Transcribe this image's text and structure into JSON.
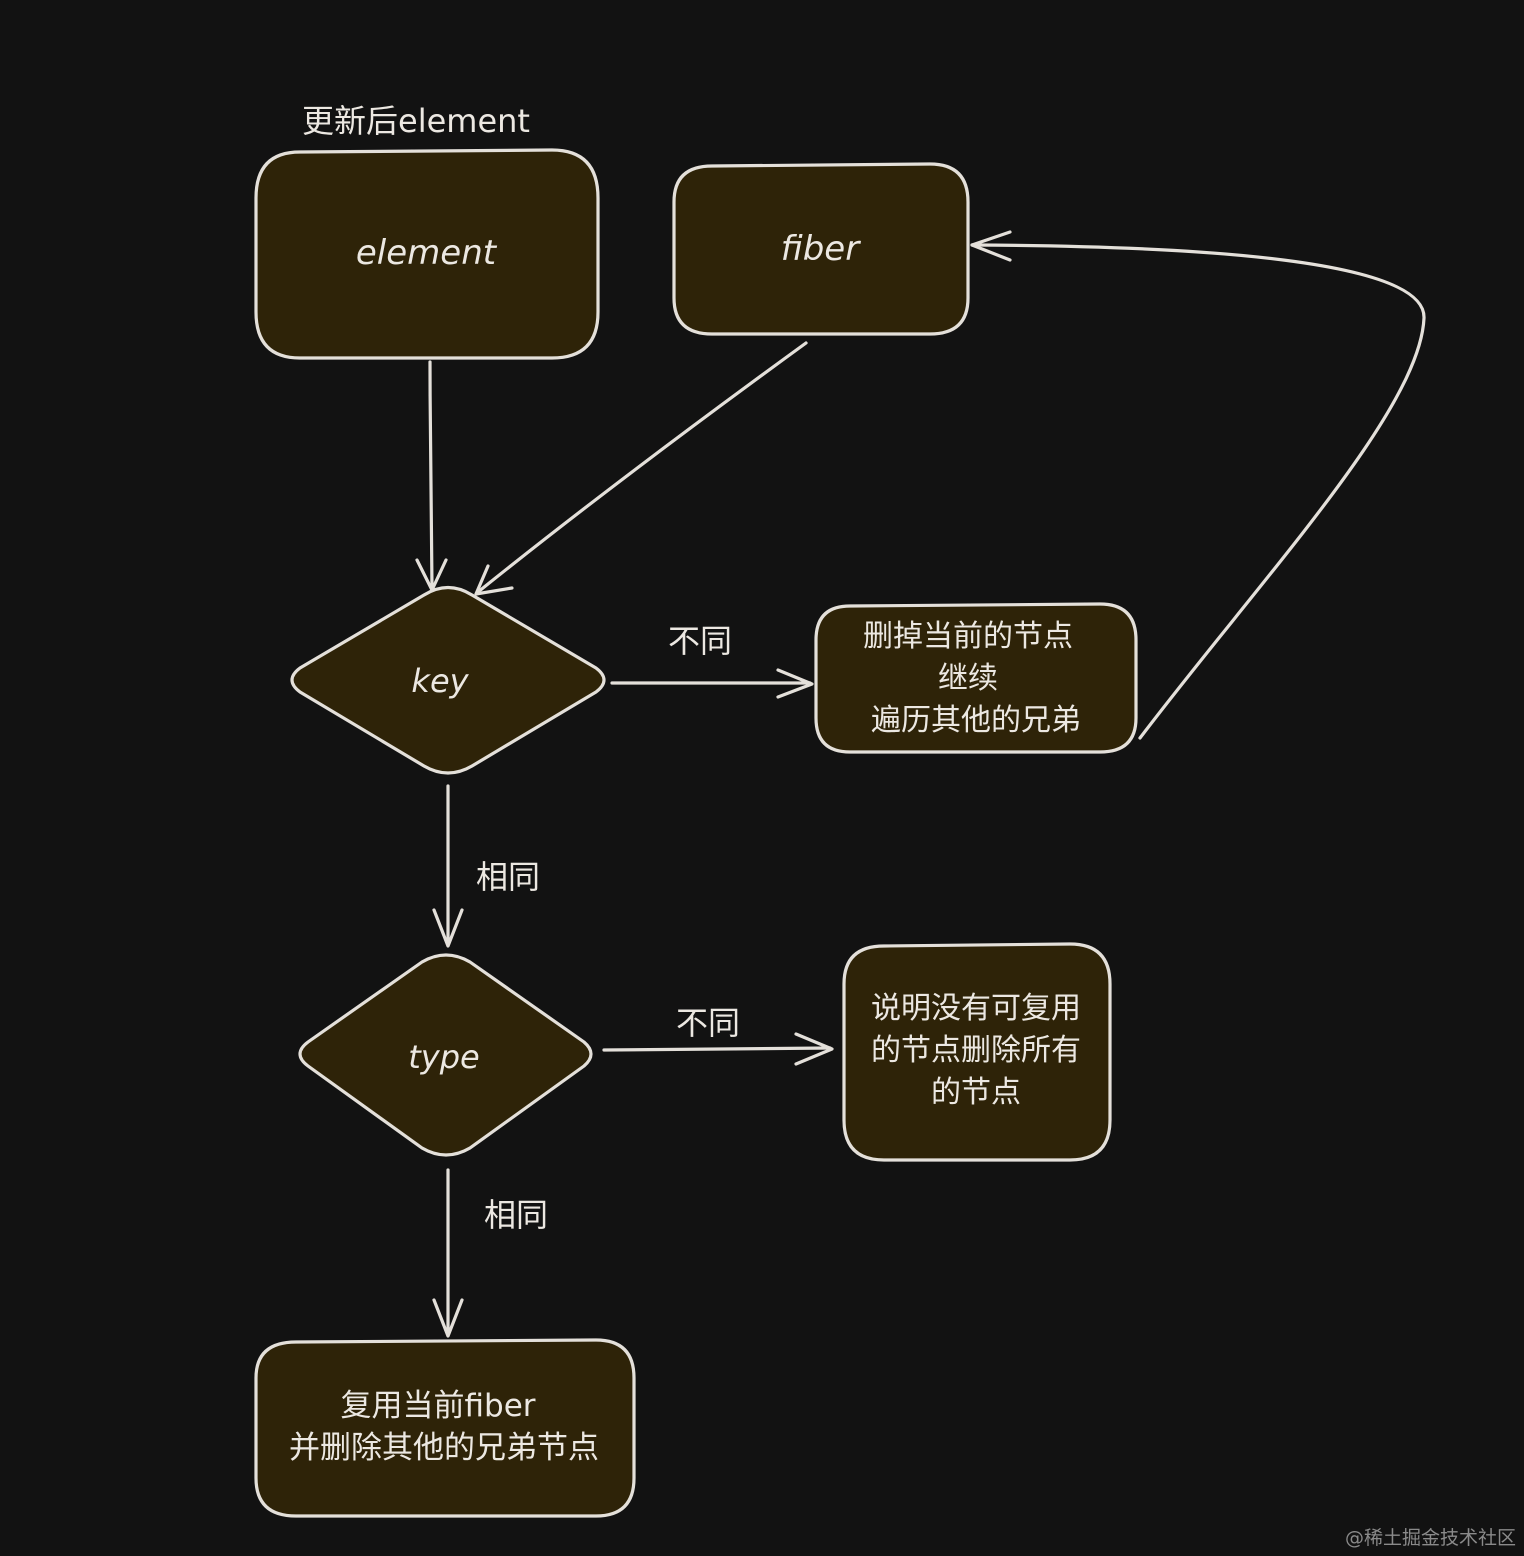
{
  "diagram": {
    "nodes": {
      "element": {
        "caption": "更新后element",
        "label": "element"
      },
      "fiber": {
        "label": "fiber"
      },
      "key": {
        "label": "key"
      },
      "delete_current": {
        "lines": [
          "删掉当前的节点",
          "继续",
          "遍历其他的兄弟"
        ]
      },
      "type": {
        "label": "type"
      },
      "delete_all": {
        "lines": [
          "说明没有可复用",
          "的节点删除所有",
          "的节点"
        ]
      },
      "reuse": {
        "lines": [
          "复用当前fiber",
          "并删除其他的兄弟节点"
        ]
      }
    },
    "edges": {
      "key_diff": "不同",
      "key_same": "相同",
      "type_diff": "不同",
      "type_same": "相同"
    }
  },
  "watermark": "@稀土掘金技术社区",
  "colors": {
    "background": "#121212",
    "node_fill": "#2e2308",
    "stroke": "#e4e0da",
    "text": "#ece8e2"
  }
}
